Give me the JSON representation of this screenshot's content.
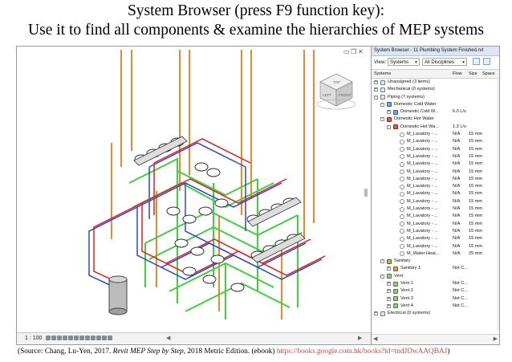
{
  "slide": {
    "title_line1": "System Browser (press F9 function key):",
    "title_line2": "Use it to find all components & examine the hierarchies of MEP systems"
  },
  "viewport": {
    "controls": [
      "▭",
      "❒",
      "✕"
    ],
    "viewcube_faces": [
      "TOP",
      "LEFT",
      "FRONT"
    ],
    "scale": "1 : 100",
    "colors": {
      "cold": "#3343d6",
      "hot": "#e0201b",
      "vent": "#3fcf3f",
      "sanitary": "#e68a2e"
    }
  },
  "system_browser": {
    "title": "System Browser - 11 Plumbing System Finished.rvt",
    "view_label": "View:",
    "view_select": "Systems",
    "disciplines_select": "All Disciplines",
    "columns": {
      "systems": "Systems",
      "flow": "Flow",
      "size": "Size",
      "space": "Space"
    },
    "rows": [
      {
        "level": 0,
        "toggle": "+",
        "icon": "folder",
        "label": "Unassigned (3 items)",
        "flow": "",
        "size": ""
      },
      {
        "level": 0,
        "toggle": "+",
        "icon": "folder",
        "label": "Mechanical (0 systems)",
        "flow": "",
        "size": ""
      },
      {
        "level": 0,
        "toggle": "-",
        "icon": "folder",
        "label": "Piping (7 systems)",
        "flow": "",
        "size": ""
      },
      {
        "level": 1,
        "toggle": "-",
        "icon": "cold",
        "label": "Domestic Cold Water",
        "flow": "",
        "size": ""
      },
      {
        "level": 2,
        "toggle": "+",
        "icon": "cold",
        "label": "Domestic Cold W...",
        "flow": "6.0 L/s",
        "size": ""
      },
      {
        "level": 1,
        "toggle": "-",
        "icon": "hot",
        "label": "Domestic Hot Water",
        "flow": "",
        "size": ""
      },
      {
        "level": 2,
        "toggle": "-",
        "icon": "hot",
        "label": "Domestic Hot Wa...",
        "flow": "1.3 L/s",
        "size": ""
      },
      {
        "level": 3,
        "toggle": "",
        "icon": "fixture",
        "label": "M_Lavatory - ...",
        "flow": "N/A",
        "size": "15 mm"
      },
      {
        "level": 3,
        "toggle": "",
        "icon": "fixture",
        "label": "M_Lavatory - ...",
        "flow": "N/A",
        "size": "15 mm"
      },
      {
        "level": 3,
        "toggle": "",
        "icon": "fixture",
        "label": "M_Lavatory - ...",
        "flow": "N/A",
        "size": "15 mm"
      },
      {
        "level": 3,
        "toggle": "",
        "icon": "fixture",
        "label": "M_Lavatory - ...",
        "flow": "N/A",
        "size": "15 mm"
      },
      {
        "level": 3,
        "toggle": "",
        "icon": "fixture",
        "label": "M_Lavatory - ...",
        "flow": "N/A",
        "size": "15 mm"
      },
      {
        "level": 3,
        "toggle": "",
        "icon": "fixture",
        "label": "M_Lavatory - ...",
        "flow": "N/A",
        "size": "15 mm"
      },
      {
        "level": 3,
        "toggle": "",
        "icon": "fixture",
        "label": "M_Lavatory - ...",
        "flow": "N/A",
        "size": "15 mm"
      },
      {
        "level": 3,
        "toggle": "",
        "icon": "fixture",
        "label": "M_Lavatory - ...",
        "flow": "N/A",
        "size": "15 mm"
      },
      {
        "level": 3,
        "toggle": "",
        "icon": "fixture",
        "label": "M_Lavatory - ...",
        "flow": "N/A",
        "size": "15 mm"
      },
      {
        "level": 3,
        "toggle": "",
        "icon": "fixture",
        "label": "M_Lavatory - ...",
        "flow": "N/A",
        "size": "15 mm"
      },
      {
        "level": 3,
        "toggle": "",
        "icon": "fixture",
        "label": "M_Lavatory - ...",
        "flow": "N/A",
        "size": "15 mm"
      },
      {
        "level": 3,
        "toggle": "",
        "icon": "fixture",
        "label": "M_Lavatory - ...",
        "flow": "N/A",
        "size": "15 mm"
      },
      {
        "level": 3,
        "toggle": "",
        "icon": "fixture",
        "label": "M_Lavatory - ...",
        "flow": "N/A",
        "size": "15 mm"
      },
      {
        "level": 3,
        "toggle": "",
        "icon": "fixture",
        "label": "M_Lavatory - ...",
        "flow": "N/A",
        "size": "15 mm"
      },
      {
        "level": 3,
        "toggle": "",
        "icon": "fixture",
        "label": "M_Lavatory - ...",
        "flow": "N/A",
        "size": "15 mm"
      },
      {
        "level": 3,
        "toggle": "",
        "icon": "fixture",
        "label": "M_Lavatory - ...",
        "flow": "N/A",
        "size": "15 mm"
      },
      {
        "level": 3,
        "toggle": "",
        "icon": "fixture",
        "label": "M_Water Heat...",
        "flow": "N/A",
        "size": "25 mm"
      },
      {
        "level": 1,
        "toggle": "-",
        "icon": "sanitary",
        "label": "Sanitary",
        "flow": "",
        "size": ""
      },
      {
        "level": 2,
        "toggle": "+",
        "icon": "sanitary",
        "label": "Sanitary 1",
        "flow": "Not C...",
        "size": ""
      },
      {
        "level": 1,
        "toggle": "-",
        "icon": "vent",
        "label": "Vent",
        "flow": "",
        "size": ""
      },
      {
        "level": 2,
        "toggle": "+",
        "icon": "vent",
        "label": "Vent 1",
        "flow": "Not C...",
        "size": ""
      },
      {
        "level": 2,
        "toggle": "+",
        "icon": "vent",
        "label": "Vent 2",
        "flow": "Not C...",
        "size": ""
      },
      {
        "level": 2,
        "toggle": "+",
        "icon": "vent",
        "label": "Vent 3",
        "flow": "Not C...",
        "size": ""
      },
      {
        "level": 2,
        "toggle": "+",
        "icon": "vent",
        "label": "Vent 4",
        "flow": "Not C...",
        "size": ""
      },
      {
        "level": 0,
        "toggle": "+",
        "icon": "folder",
        "label": "Electrical (0 systems)",
        "flow": "",
        "size": ""
      }
    ]
  },
  "citation": {
    "prefix": "(Source: Chang, Lu-Yen, 2017. ",
    "book": "Revit MEP Step by Step",
    "suffix": ", 2018 Metric Edition. (ebook) ",
    "url": "https://books.google.com.hk/books?id=tndJDwAAQBAJ",
    "close": ")"
  }
}
